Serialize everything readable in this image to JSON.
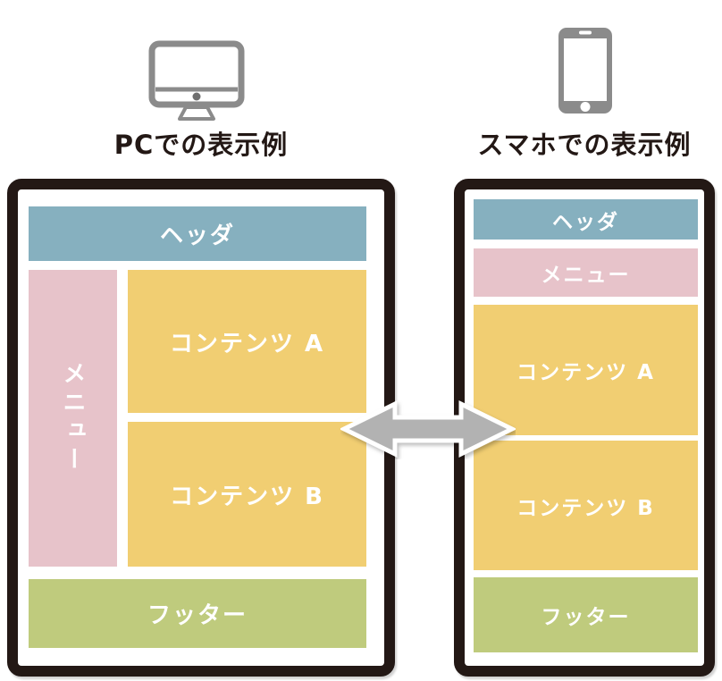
{
  "titles": {
    "pc": "PCでの表示例",
    "sp": "スマホでの表示例"
  },
  "pc_view": {
    "header": "ヘッダ",
    "menu": "メニュー",
    "content_a": "コンテンツ A",
    "content_b": "コンテンツ B",
    "footer": "フッター"
  },
  "sp_view": {
    "header": "ヘッダ",
    "menu": "メニュー",
    "content_a": "コンテンツ A",
    "content_b": "コンテンツ B",
    "footer": "フッター"
  },
  "icons": {
    "pc": "desktop-monitor-icon",
    "sp": "smartphone-icon",
    "between": "double-headed-arrow-icon"
  },
  "colors": {
    "header": "#86b0bf",
    "menu": "#e7c3ca",
    "content": "#f1ce72",
    "footer": "#bfcb7d",
    "frame": "#231815",
    "icon_gray": "#8b8b8b",
    "arrow": "#b2b2b2",
    "block_text": "#ffffff",
    "title_text": "#231815"
  }
}
